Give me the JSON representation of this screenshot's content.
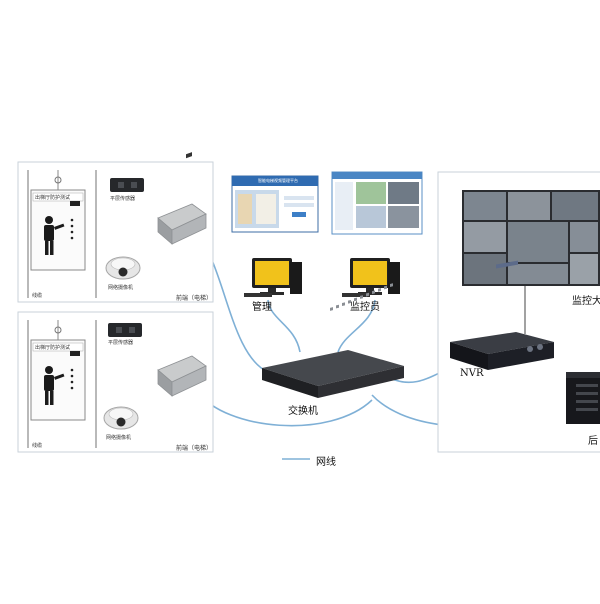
{
  "elevator_units": [
    {
      "car_plate": "出梯厅防护测试",
      "position_sensor_label": "平层传感器",
      "camera_label": "网络摄像机",
      "caption": "前端（电梯）",
      "cable_tag": "线缆"
    },
    {
      "car_plate": "出梯厅防护测试",
      "position_sensor_label": "平层传感器",
      "camera_label": "网络摄像机",
      "caption": "前端（电梯）",
      "cable_tag": "线缆"
    }
  ],
  "management_station": {
    "label": "管理",
    "screen_title": "智能电梯视频管理平台"
  },
  "monitor_station": {
    "label": "监控员"
  },
  "switch": {
    "label": "交换机"
  },
  "nvr": {
    "label": "NVR"
  },
  "control_room": {
    "video_wall_label": "监控大",
    "storage_label": "后"
  },
  "legend": {
    "label": "网线"
  },
  "colors": {
    "network_line": "#7fb0d6",
    "panel_border": "#c9d2da",
    "switch_body": "#2e2f33",
    "nvr_body": "#1d1f26",
    "monitor_screen": "#f1c21b"
  }
}
